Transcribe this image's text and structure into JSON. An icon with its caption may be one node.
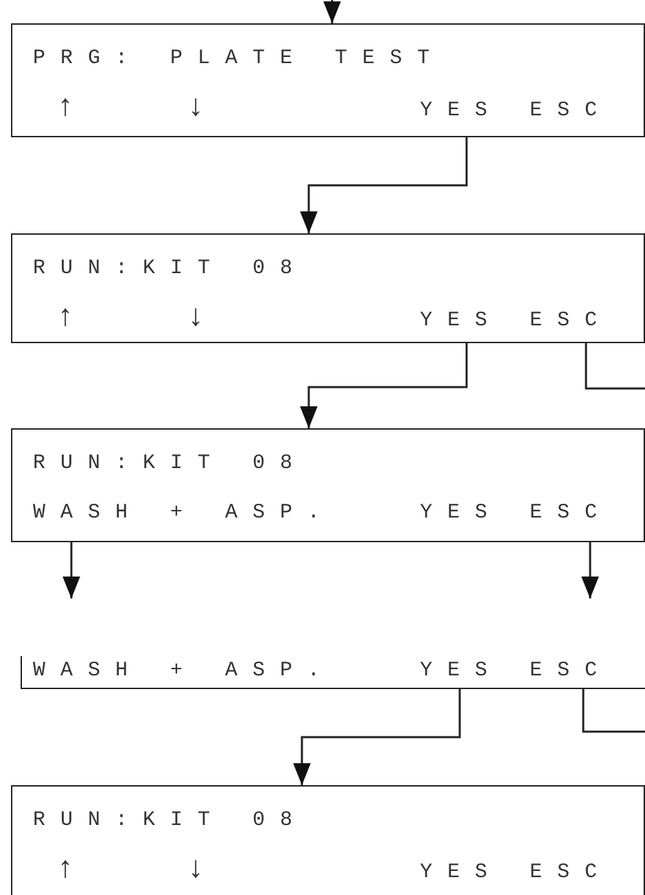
{
  "diagram": {
    "nodes": [
      {
        "text": [
          "PRG: PLATE TEST",
          "↑",
          "↓",
          "YES",
          "ESC"
        ]
      },
      {
        "text": [
          "RUN:KIT 08",
          "↑",
          "↓",
          "YES",
          "ESC"
        ]
      },
      {
        "text": [
          "RUN:KIT 08",
          "WASH + ASP.",
          "YES",
          "ESC"
        ]
      },
      {
        "text": [
          "WASH + ASP.",
          "YES",
          "ESC"
        ]
      },
      {
        "text": [
          "RUN:KIT 08",
          "↑",
          "↓",
          "YES",
          "ESC"
        ]
      }
    ],
    "edges": [
      {
        "from": null,
        "to": 0,
        "arrow": "to"
      },
      {
        "from": 0,
        "to": 1,
        "arrow": "to"
      },
      {
        "from": 1,
        "to": 2,
        "arrow": "to"
      },
      {
        "from": 1,
        "to": null,
        "arrow": "none"
      },
      {
        "from": 2,
        "to": null,
        "arrow": "to"
      },
      {
        "from": 2,
        "to": null,
        "arrow": "to"
      },
      {
        "from": 3,
        "to": 4,
        "arrow": "to"
      },
      {
        "from": 3,
        "to": null,
        "arrow": "none"
      }
    ]
  }
}
